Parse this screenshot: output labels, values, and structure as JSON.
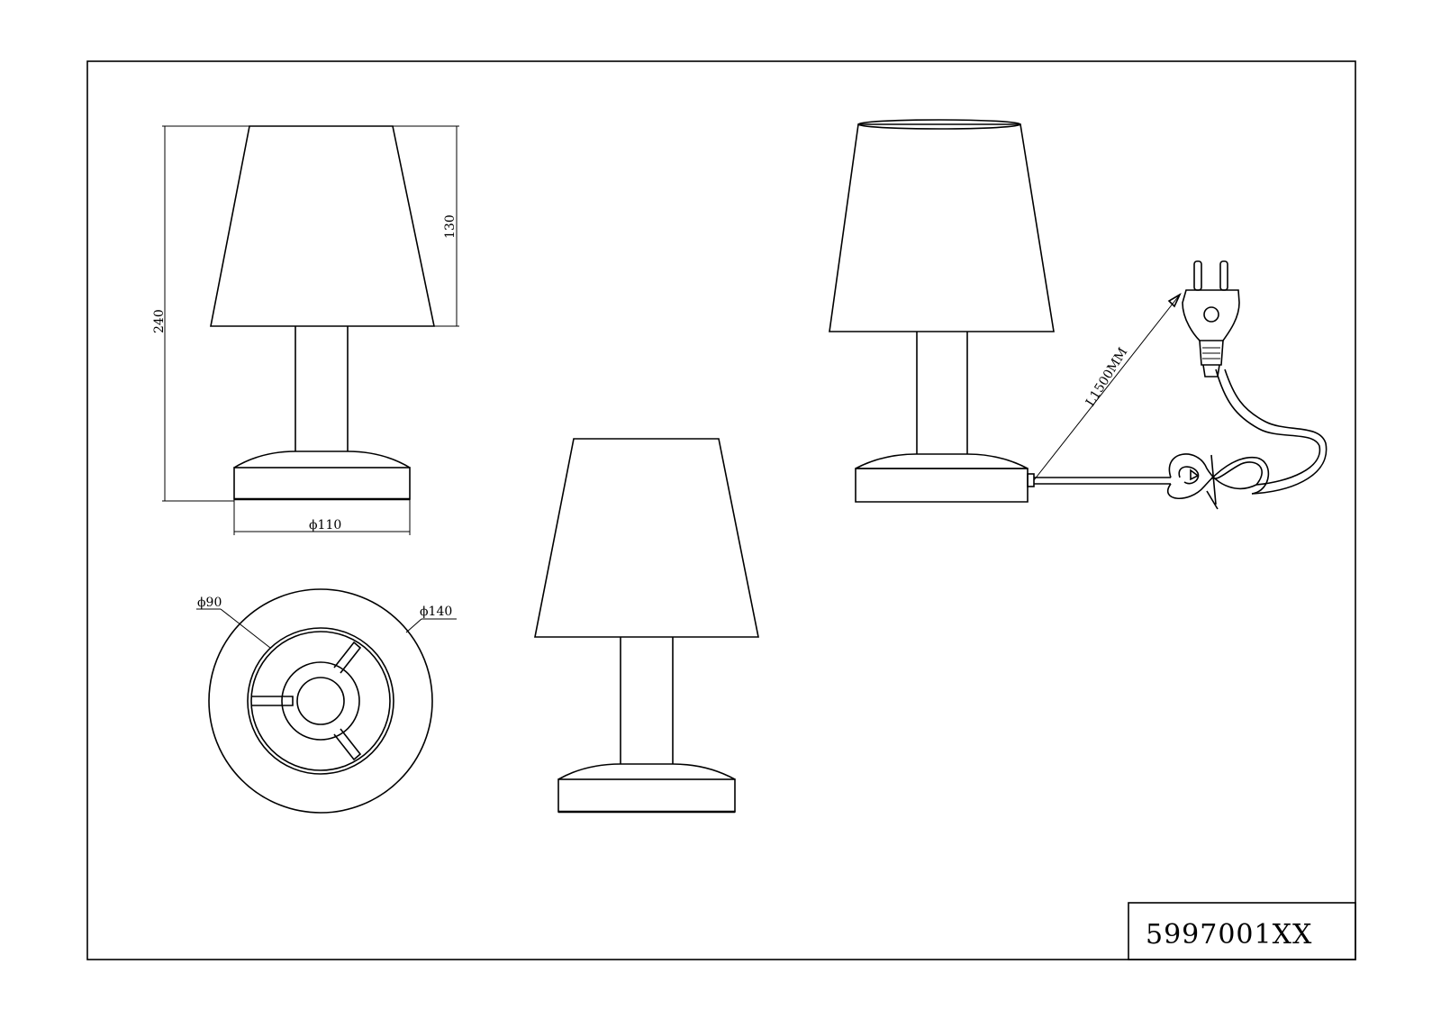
{
  "drawing": {
    "dimensions": {
      "overall_height": "240",
      "shade_height": "130",
      "base_diameter": "ϕ110",
      "inner_diameter": "ϕ90",
      "outer_diameter": "ϕ140",
      "cable_length": "L1500MM"
    },
    "title_block": {
      "article_number": "5997001XX"
    },
    "line_color": "#000000",
    "background_color": "#ffffff"
  }
}
